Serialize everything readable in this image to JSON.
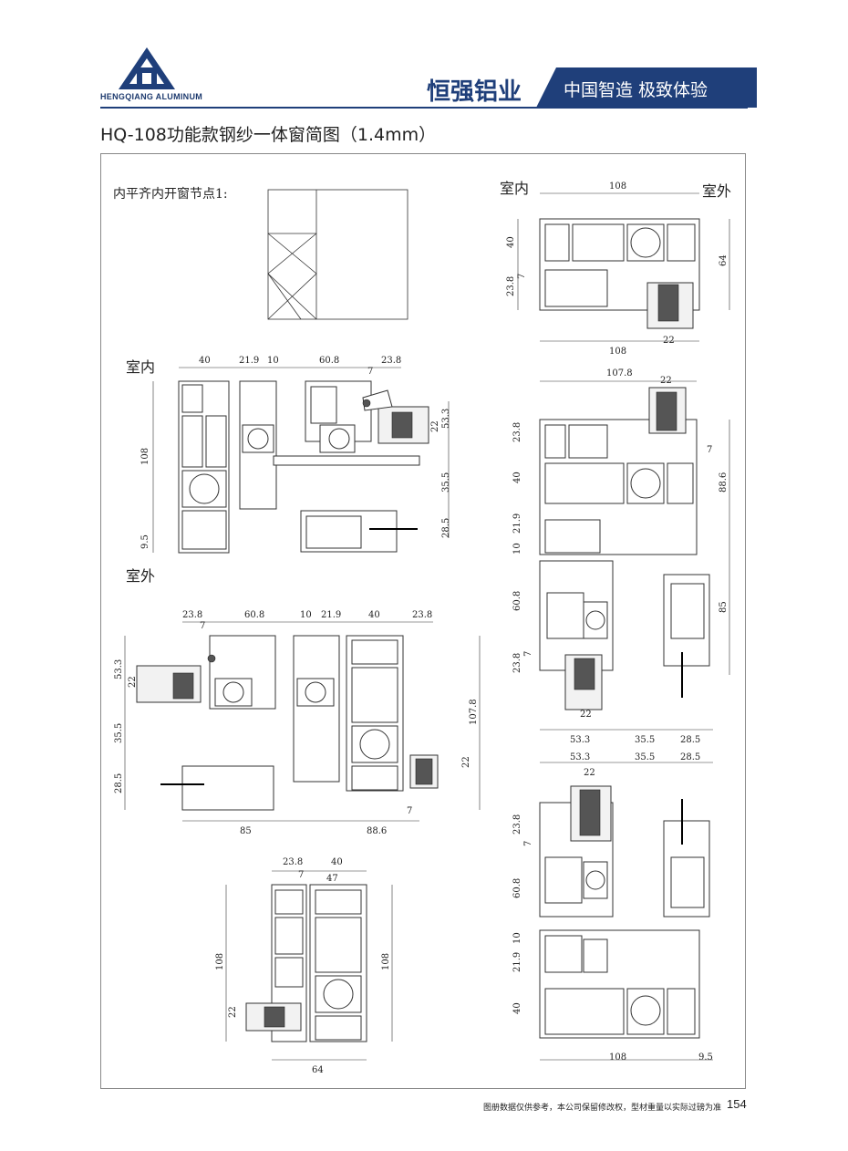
{
  "header": {
    "logo_text": "HENGQIANG ALUMINUM",
    "brand": "恒强铝业",
    "slogan": "中国智造 极致体验",
    "brand_color": "#1f3f7a"
  },
  "title": "HQ-108功能款钢纱一体窗简图（1.4mm）",
  "labels": {
    "node1": "内平齐内开窗节点1:",
    "indoor_top_left": "室内",
    "outdoor_left": "室外",
    "indoor_top_right": "室内",
    "outdoor_top_right": "室外"
  },
  "dimensions": {
    "sec_a": {
      "top": [
        "40",
        "21.9",
        "10",
        "60.8",
        "7",
        "23.8"
      ],
      "left": "108",
      "left_bottom": "9.5",
      "right": [
        "53.3",
        "22",
        "35.5",
        "28.5"
      ]
    },
    "sec_b": {
      "top": [
        "23.8",
        "7",
        "60.8",
        "10",
        "21.9",
        "40",
        "23.8"
      ],
      "left": [
        "53.3",
        "22",
        "35.5",
        "28.5"
      ],
      "right": "107.8",
      "right_inner": "22",
      "bottom": [
        "85",
        "88.6",
        "7"
      ]
    },
    "sec_c": {
      "top": [
        "23.8",
        "40",
        "7",
        "47"
      ],
      "left": [
        "108",
        "22"
      ],
      "right": "108",
      "bottom": "64"
    },
    "sec_d": {
      "top": "108",
      "left": [
        "40",
        "7",
        "23.8"
      ],
      "right": "64",
      "bottom": [
        "108",
        "22"
      ]
    },
    "sec_e": {
      "top": [
        "107.8",
        "22"
      ],
      "left": [
        "23.8",
        "40",
        "21.9",
        "10",
        "60.8",
        "7",
        "23.8"
      ],
      "right": [
        "7",
        "88.6",
        "85"
      ],
      "bottom": [
        "22",
        "53.3",
        "35.5",
        "28.5"
      ]
    },
    "sec_f": {
      "top": [
        "53.3",
        "35.5",
        "28.5",
        "22"
      ],
      "left": [
        "23.8",
        "7",
        "60.8",
        "10",
        "21.9",
        "40"
      ],
      "bottom": [
        "108",
        "9.5"
      ]
    }
  },
  "footer": {
    "note": "图册数据仅供参考，本公司保留修改权，型材重量以实际过磅为准",
    "page": "154"
  }
}
